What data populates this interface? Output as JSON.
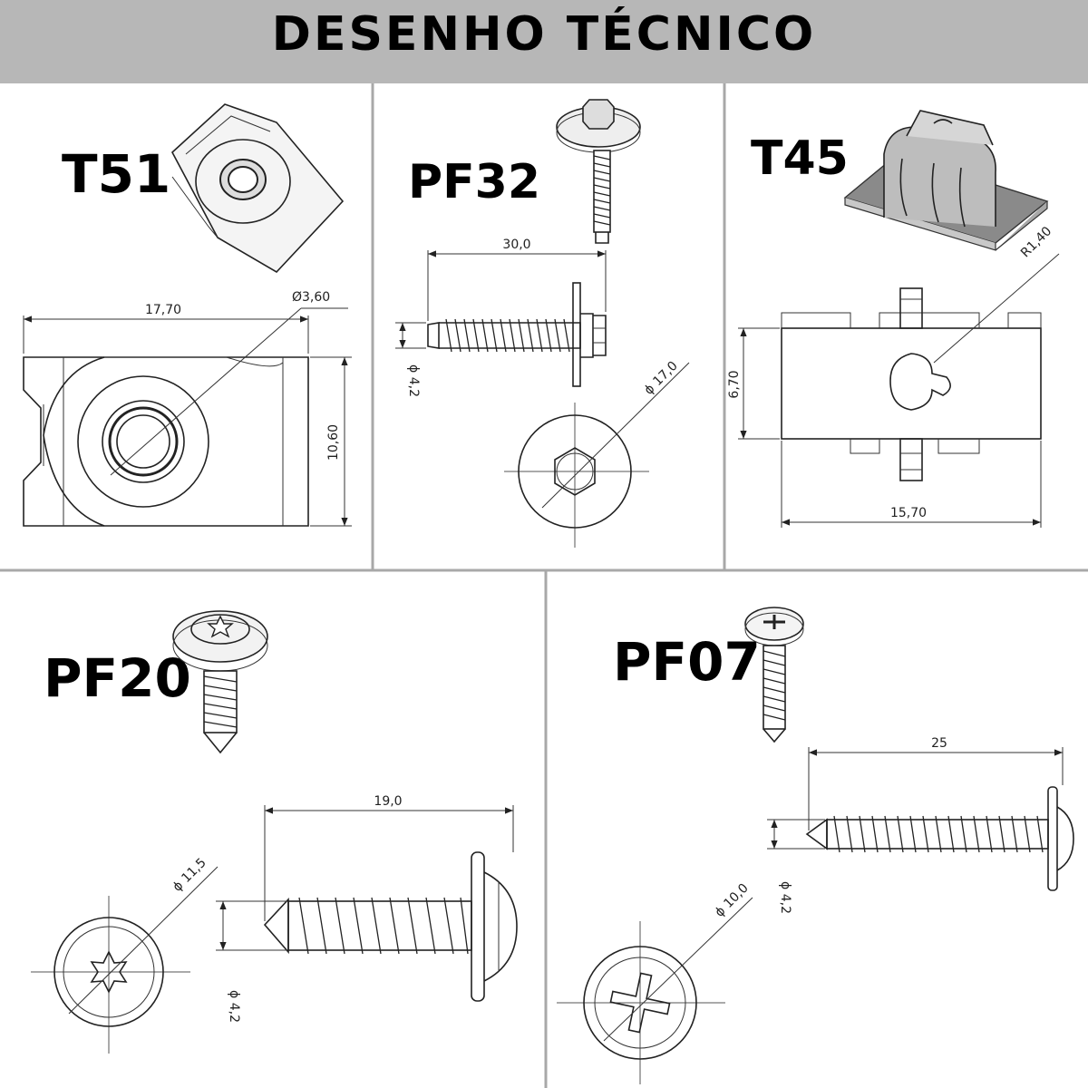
{
  "header": {
    "title": "DESENHO TÉCNICO"
  },
  "parts": {
    "t51": {
      "code": "T51",
      "dims": {
        "width": "17,70",
        "hole": "Ø3,60",
        "height": "10,60"
      }
    },
    "pf32": {
      "code": "PF32",
      "dims": {
        "length": "30,0",
        "diameter": "ϕ 4,2",
        "head": "ϕ 17,0"
      }
    },
    "t45": {
      "code": "T45",
      "dims": {
        "radius": "R1,40",
        "height": "6,70",
        "width": "15,70"
      }
    },
    "pf20": {
      "code": "PF20",
      "dims": {
        "head": "ϕ 11,5",
        "length": "19,0",
        "diameter": "ϕ 4,2"
      }
    },
    "pf07": {
      "code": "PF07",
      "dims": {
        "length": "25",
        "head": "ϕ 10,0",
        "diameter": "ϕ 4,2"
      }
    }
  },
  "colors": {
    "header_bg": "#b7b7b7",
    "divider": "#a8a8a8",
    "line": "#222222",
    "iso_fill": "#8a8a8a"
  }
}
